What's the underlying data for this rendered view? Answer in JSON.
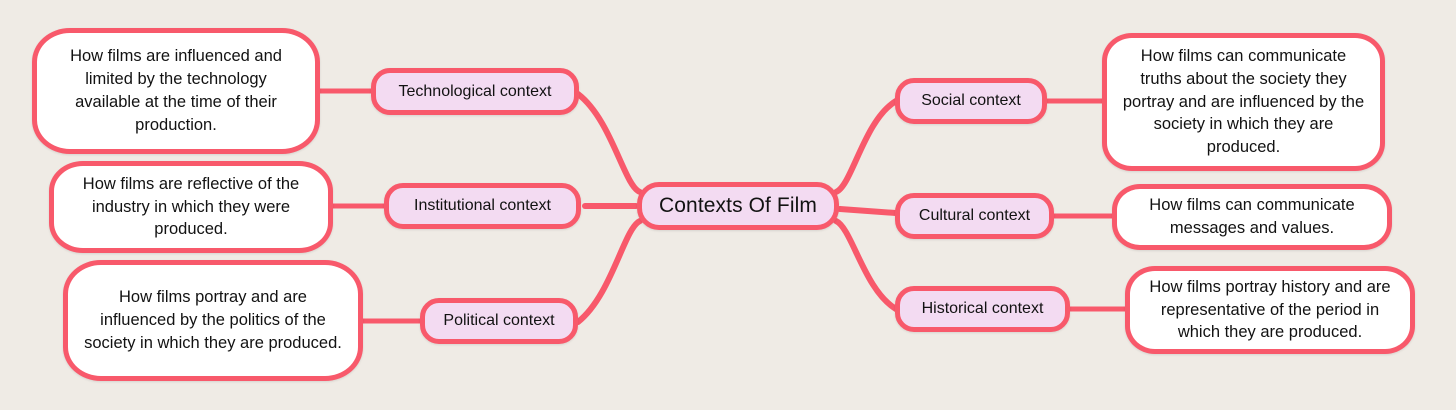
{
  "diagram": {
    "type": "mind-map",
    "background_color": "#efebe5",
    "node_fill_color": "#f3dbf2",
    "leaf_fill_color": "#ffffff",
    "border_color": "#f8596b",
    "edge_color": "#f8596b",
    "text_color": "#121212",
    "root": {
      "label": "Contexts Of Film"
    },
    "branches": [
      {
        "id": "technological",
        "side": "left",
        "label": "Technological context",
        "description": "How films are influenced and limited by the technology available at the time of their production."
      },
      {
        "id": "institutional",
        "side": "left",
        "label": "Institutional context",
        "description": "How films are reflective of the industry in which they were produced."
      },
      {
        "id": "political",
        "side": "left",
        "label": "Political context",
        "description": "How films portray and are influenced by the politics of the society in which they are produced."
      },
      {
        "id": "social",
        "side": "right",
        "label": "Social context",
        "description": "How films can communicate truths about the society they portray and are influenced by the society in which they are produced."
      },
      {
        "id": "cultural",
        "side": "right",
        "label": "Cultural context",
        "description": "How films can communicate messages and values."
      },
      {
        "id": "historical",
        "side": "right",
        "label": "Historical context",
        "description": "How films portray history and are representative of the period in which they are produced."
      }
    ]
  }
}
